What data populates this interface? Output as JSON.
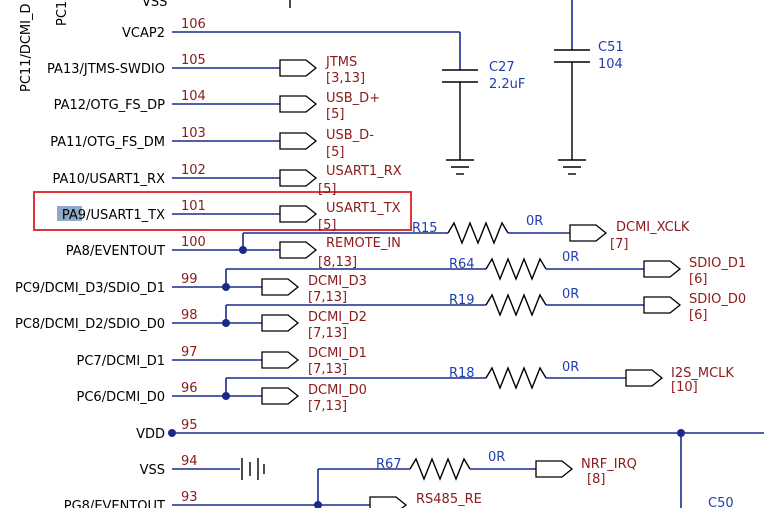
{
  "top_partial": {
    "rotated_pin": "PC11/DCMI_D",
    "rotated_pin2": "PC1",
    "top_label": "VSS"
  },
  "pins": [
    {
      "id": "vcap2",
      "name": "VCAP2",
      "num": "106"
    },
    {
      "id": "pa13",
      "name": "PA13/JTMS-SWDIO",
      "num": "105"
    },
    {
      "id": "pa12",
      "name": "PA12/OTG_FS_DP",
      "num": "104"
    },
    {
      "id": "pa11",
      "name": "PA11/OTG_FS_DM",
      "num": "103"
    },
    {
      "id": "pa10",
      "name": "PA10/USART1_RX",
      "num": "102"
    },
    {
      "id": "pa9",
      "name_hl": "PA9",
      "name_rest": "/USART1_TX",
      "num": "101"
    },
    {
      "id": "pa8",
      "name": "PA8/EVENTOUT",
      "num": "100"
    },
    {
      "id": "pc9",
      "name": "PC9/DCMI_D3/SDIO_D1",
      "num": "99"
    },
    {
      "id": "pc8",
      "name": "PC8/DCMI_D2/SDIO_D0",
      "num": "98"
    },
    {
      "id": "pc7",
      "name": "PC7/DCMI_D1",
      "num": "97"
    },
    {
      "id": "pc6",
      "name": "PC6/DCMI_D0",
      "num": "96"
    },
    {
      "id": "vdd",
      "name": "VDD",
      "num": "95"
    },
    {
      "id": "vss",
      "name": "VSS",
      "num": "94"
    },
    {
      "id": "pg8",
      "name": "PG8/EVENTOUT",
      "num": "93"
    }
  ],
  "flags": [
    {
      "id": "jtms",
      "name": "JTMS",
      "ref": "[3,13]"
    },
    {
      "id": "usbdp",
      "name": "USB_D+",
      "ref": "[5]"
    },
    {
      "id": "usbdm",
      "name": "USB_D-",
      "ref": "[5]"
    },
    {
      "id": "u1rx",
      "name": "USART1_RX",
      "ref": "[5]"
    },
    {
      "id": "u1tx",
      "name": "USART1_TX",
      "ref": "[5]"
    },
    {
      "id": "remote",
      "name": "REMOTE_IN",
      "ref": "[8,13]"
    },
    {
      "id": "d3",
      "name": "DCMI_D3",
      "ref": "[7,13]"
    },
    {
      "id": "d2",
      "name": "DCMI_D2",
      "ref": "[7,13]"
    },
    {
      "id": "d1",
      "name": "DCMI_D1",
      "ref": "[7,13]"
    },
    {
      "id": "d0",
      "name": "DCMI_D0",
      "ref": "[7,13]"
    },
    {
      "id": "rs485",
      "name": "RS485_RE",
      "ref": ""
    },
    {
      "id": "xclk",
      "name": "DCMI_XCLK",
      "ref": "[7]"
    },
    {
      "id": "sdiod1",
      "name": "SDIO_D1",
      "ref": "[6]"
    },
    {
      "id": "sdiod0",
      "name": "SDIO_D0",
      "ref": "[6]"
    },
    {
      "id": "i2s",
      "name": "I2S_MCLK",
      "ref": "[10]"
    },
    {
      "id": "nrf",
      "name": "NRF_IRQ",
      "ref": "[8]"
    }
  ],
  "resistors": [
    {
      "id": "r15",
      "ref": "R15",
      "value": "0R"
    },
    {
      "id": "r64",
      "ref": "R64",
      "value": "0R"
    },
    {
      "id": "r19",
      "ref": "R19",
      "value": "0R"
    },
    {
      "id": "r18",
      "ref": "R18",
      "value": "0R"
    },
    {
      "id": "r67",
      "ref": "R67",
      "value": "0R"
    }
  ],
  "capacitors": [
    {
      "id": "c27",
      "ref": "C27",
      "value": "2.2uF"
    },
    {
      "id": "c51",
      "ref": "C51",
      "value": "104"
    },
    {
      "id": "c50",
      "ref": "C50",
      "value": ""
    }
  ],
  "colors": {
    "wire": "#1a2a8a",
    "net_label": "#8b1a1a",
    "component": "#1f3fb0",
    "highlight_box": "#e0353b",
    "text_highlight": "#8fa9c9"
  }
}
